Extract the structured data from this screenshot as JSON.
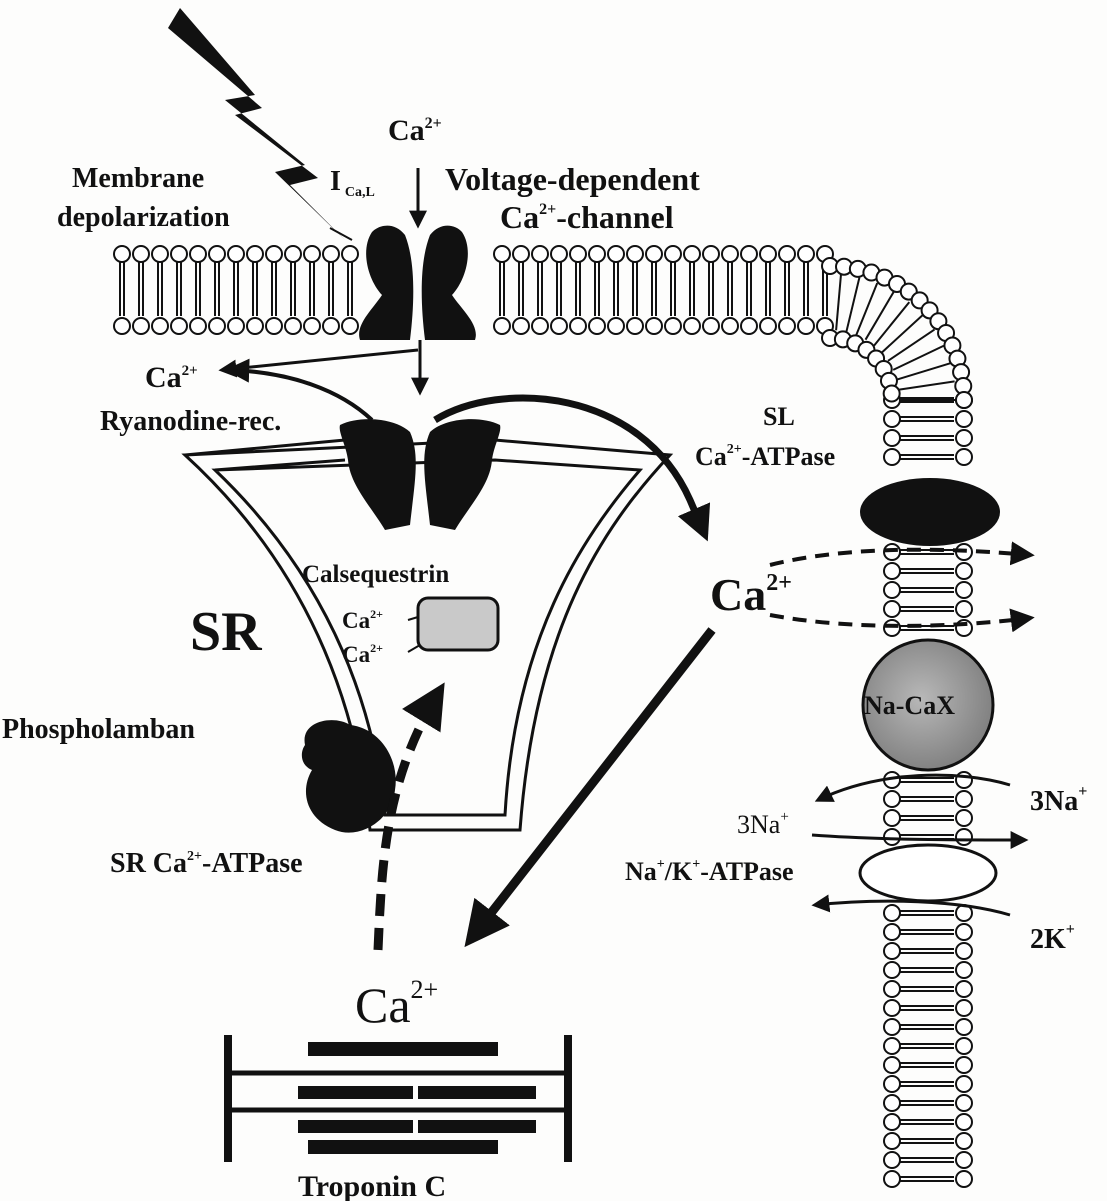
{
  "labels": {
    "ca_top": "Ca",
    "ca_top_sup": "2+",
    "ica_main": "I",
    "ica_sub": "Ca,L",
    "membrane_line1": "Membrane",
    "membrane_line2": "depolarization",
    "vdcc_line1": "Voltage-dependent",
    "vdcc_line2_a": "Ca",
    "vdcc_line2_sup": "2+",
    "vdcc_line2_b": "-channel",
    "ca_left": "Ca",
    "ca_left_sup": "2+",
    "ryanodine": "Ryanodine-rec.",
    "sl_line1": "SL",
    "sl_line2_a": "Ca",
    "sl_line2_sup": "2+",
    "sl_line2_b": "-ATPase",
    "calsequestrin": "Calsequestrin",
    "ca_cs1": "Ca",
    "ca_cs1_sup": "2+",
    "ca_cs2": "Ca",
    "ca_cs2_sup": "2+",
    "sr": "SR",
    "ca_mid": "Ca",
    "ca_mid_sup": "2+",
    "phospholamban": "Phospholamban",
    "sr_atpase_a": "SR Ca",
    "sr_atpase_sup": "2+",
    "sr_atpase_b": "-ATPase",
    "nacax": "Na-CaX",
    "na3_right": "3Na",
    "na3_right_sup": "+",
    "na3_left": "3Na",
    "na3_left_sup": "+",
    "nak_a": "Na",
    "nak_sup1": "+",
    "nak_b": "/K",
    "nak_sup2": "+",
    "nak_c": "-ATPase",
    "k2": "2K",
    "k2_sup": "+",
    "ca_bottom": "Ca",
    "ca_bottom_sup": "2+",
    "troponin": "Troponin C"
  }
}
